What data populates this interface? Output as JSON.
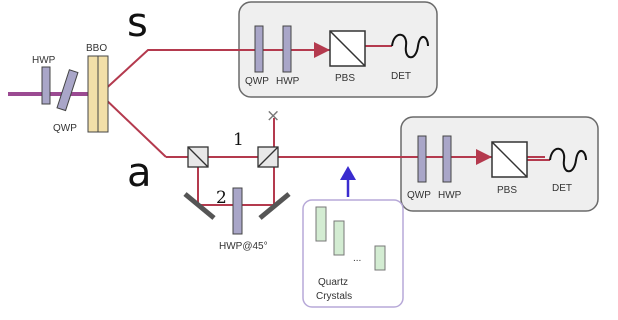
{
  "labels": {
    "s": "s",
    "a": "a",
    "hwp_in": "HWP",
    "qwp_in": "QWP",
    "bbo": "BBO",
    "qwp_s": "QWP",
    "hwp_s": "HWP",
    "pbs_s": "PBS",
    "det_s": "DET",
    "qwp_a": "QWP",
    "hwp_a": "HWP",
    "pbs_a": "PBS",
    "det_a": "DET",
    "path1": "1",
    "path2": "2",
    "hwp45": "HWP@45°",
    "quartz_line1": "Quartz",
    "quartz_line2": "Crystals",
    "ellipsis": "..."
  },
  "colors": {
    "beam": "#b43a4e",
    "pump": "#9b4a92",
    "waveplate": "#a9a6c8",
    "crystal": "#f2dfa8",
    "box_fill": "#efefef",
    "box_stroke": "#6a6a6a",
    "quartz_fill": "#d3ecd2",
    "quartz_border": "#b7a9d8",
    "arrow": "#3a2ccf",
    "mirror": "#555555"
  }
}
